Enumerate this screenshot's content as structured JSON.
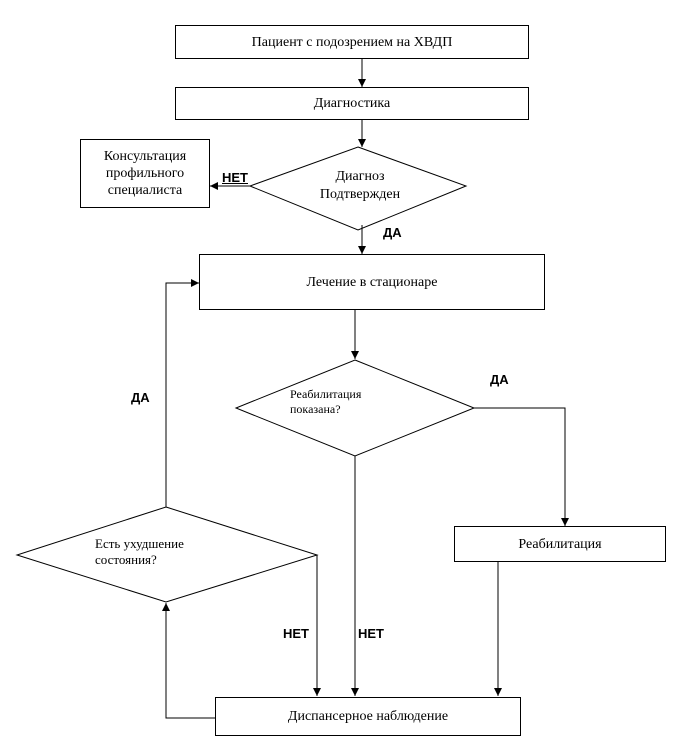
{
  "nodes": {
    "suspect": "Пациент с подозрением на ХВДП",
    "diagnostics": "Диагностика",
    "consult": "Консультация профильного специалиста",
    "diagnosis_confirmed": "Диагноз Подтвержден",
    "inpatient": "Лечение в стационаре",
    "rehab_indicated": "Реабилитация показана?",
    "rehab": "Реабилитация",
    "worsening": "Есть ухудшение состояния?",
    "dispensary": "Диспансерное наблюдение"
  },
  "edges": {
    "no_consult": "НЕТ",
    "yes_inpatient": "ДА",
    "yes_rehab": "ДА",
    "yes_back": "ДА",
    "no_worsening": "НЕТ",
    "no_rehab": "НЕТ"
  }
}
